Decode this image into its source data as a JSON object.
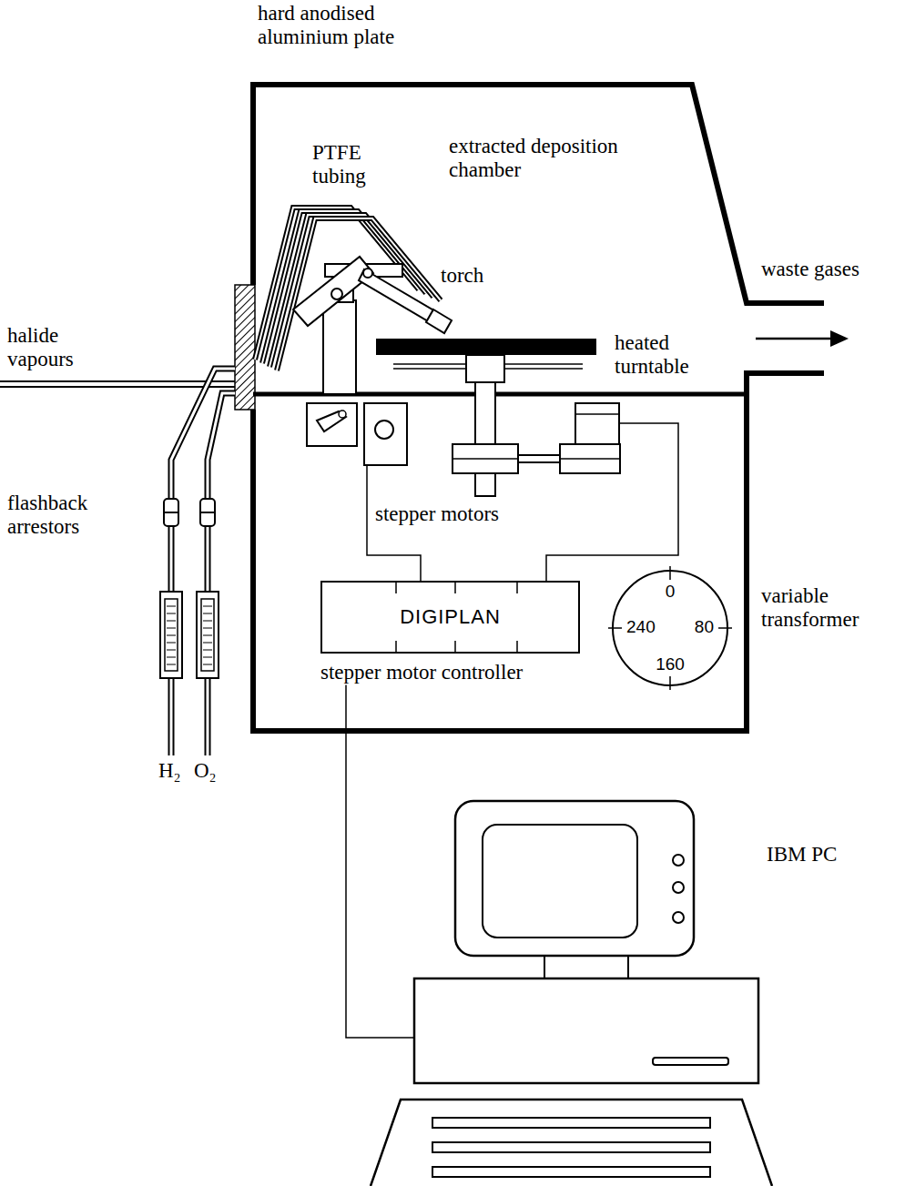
{
  "diagram": {
    "nodes": [
      {
        "text": [
          "DIGIPLAN",
          "stepper motor controller"
        ]
      },
      {
        "text": [
          "0",
          "240",
          "80",
          "160"
        ]
      },
      {
        "text": [
          "IBM PC"
        ]
      }
    ],
    "edges": [
      {
        "from": 0,
        "to": 2,
        "arrow": "none"
      }
    ],
    "labels": [
      "hard anodised aluminium plate",
      "PTFE tubing",
      "extracted deposition chamber",
      "torch",
      "waste gases",
      "halide vapours",
      "heated turntable",
      "flashback arrestors",
      "stepper motors",
      "variable transformer",
      "H₂",
      "O₂"
    ]
  }
}
